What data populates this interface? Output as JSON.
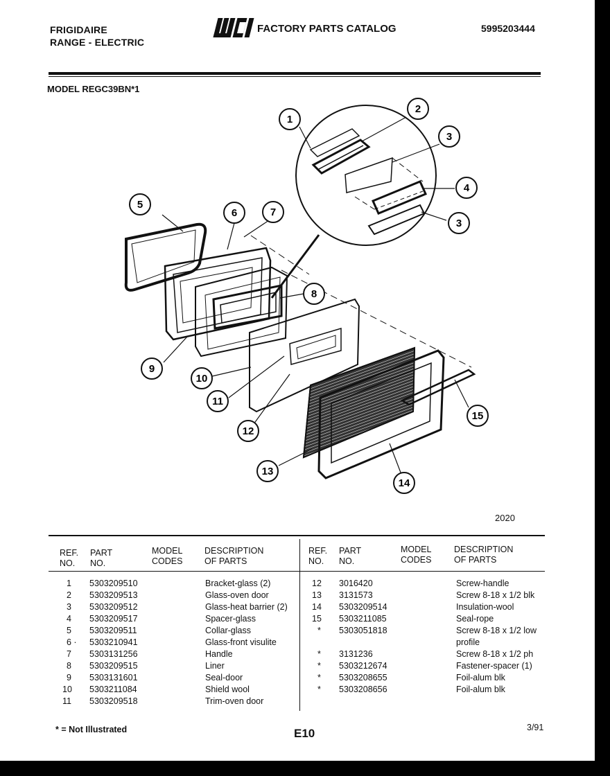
{
  "header": {
    "manufacturer": "FRIGIDAIRE",
    "product": "RANGE - ELECTRIC",
    "logo_text": "WCI",
    "catalog_title": "FACTORY PARTS CATALOG",
    "catalog_number": "5995203444"
  },
  "model": "MODEL REGC39BN*1",
  "callouts": [
    "1",
    "2",
    "3",
    "4",
    "3",
    "5",
    "6",
    "7",
    "8",
    "9",
    "10",
    "11",
    "12",
    "13",
    "14",
    "15"
  ],
  "figure_number": "2020",
  "table": {
    "headers_left": {
      "ref1": "REF.",
      "ref2": "NO.",
      "part1": "PART",
      "part2": "NO.",
      "model1": "MODEL",
      "model2": "CODES",
      "desc1": "DESCRIPTION",
      "desc2": "OF PARTS"
    },
    "headers_right": {
      "ref1": "REF.",
      "ref2": "NO.",
      "part1": "PART",
      "part2": "NO.",
      "model1": "MODEL",
      "model2": "CODES",
      "desc1": "DESCRIPTION",
      "desc2": "OF PARTS"
    },
    "left_rows": [
      {
        "ref": "1",
        "part": "5303209510",
        "desc": "Bracket-glass (2)"
      },
      {
        "ref": "2",
        "part": "5303209513",
        "desc": "Glass-oven door"
      },
      {
        "ref": "3",
        "part": "5303209512",
        "desc": "Glass-heat barrier (2)"
      },
      {
        "ref": "4",
        "part": "5303209517",
        "desc": "Spacer-glass"
      },
      {
        "ref": "5",
        "part": "5303209511",
        "desc": "Collar-glass"
      },
      {
        "ref": "6 ·",
        "part": "5303210941",
        "desc": "Glass-front visulite"
      },
      {
        "ref": "7",
        "part": "5303131256",
        "desc": "Handle"
      },
      {
        "ref": "8",
        "part": "5303209515",
        "desc": "Liner"
      },
      {
        "ref": "9",
        "part": "5303131601",
        "desc": "Seal-door"
      },
      {
        "ref": "10",
        "part": "5303211084",
        "desc": "Shield wool"
      },
      {
        "ref": "11",
        "part": "5303209518",
        "desc": "Trim-oven door"
      }
    ],
    "right_rows": [
      {
        "ref": "12",
        "part": "3016420",
        "desc": "Screw-handle"
      },
      {
        "ref": "13",
        "part": "3131573",
        "desc": "Screw 8-18 x 1/2 blk"
      },
      {
        "ref": "14",
        "part": "5303209514",
        "desc": "Insulation-wool"
      },
      {
        "ref": "15",
        "part": "5303211085",
        "desc": "Seal-rope"
      },
      {
        "ref": "*",
        "part": "5303051818",
        "desc": "Screw 8-18 x 1/2 low"
      },
      {
        "ref": "",
        "part": "",
        "desc": "profile"
      },
      {
        "ref": "*",
        "part": "3131236",
        "desc": "Screw 8-18 x 1/2 ph"
      },
      {
        "ref": "*",
        "part": "5303212674",
        "desc": "Fastener-spacer (1)"
      },
      {
        "ref": "*",
        "part": "5303208655",
        "desc": "Foil-alum blk"
      },
      {
        "ref": "*",
        "part": "5303208656",
        "desc": "Foil-alum blk"
      }
    ]
  },
  "footer": {
    "note": "* = Not Illustrated",
    "page_code": "E10",
    "date": "3/91"
  }
}
